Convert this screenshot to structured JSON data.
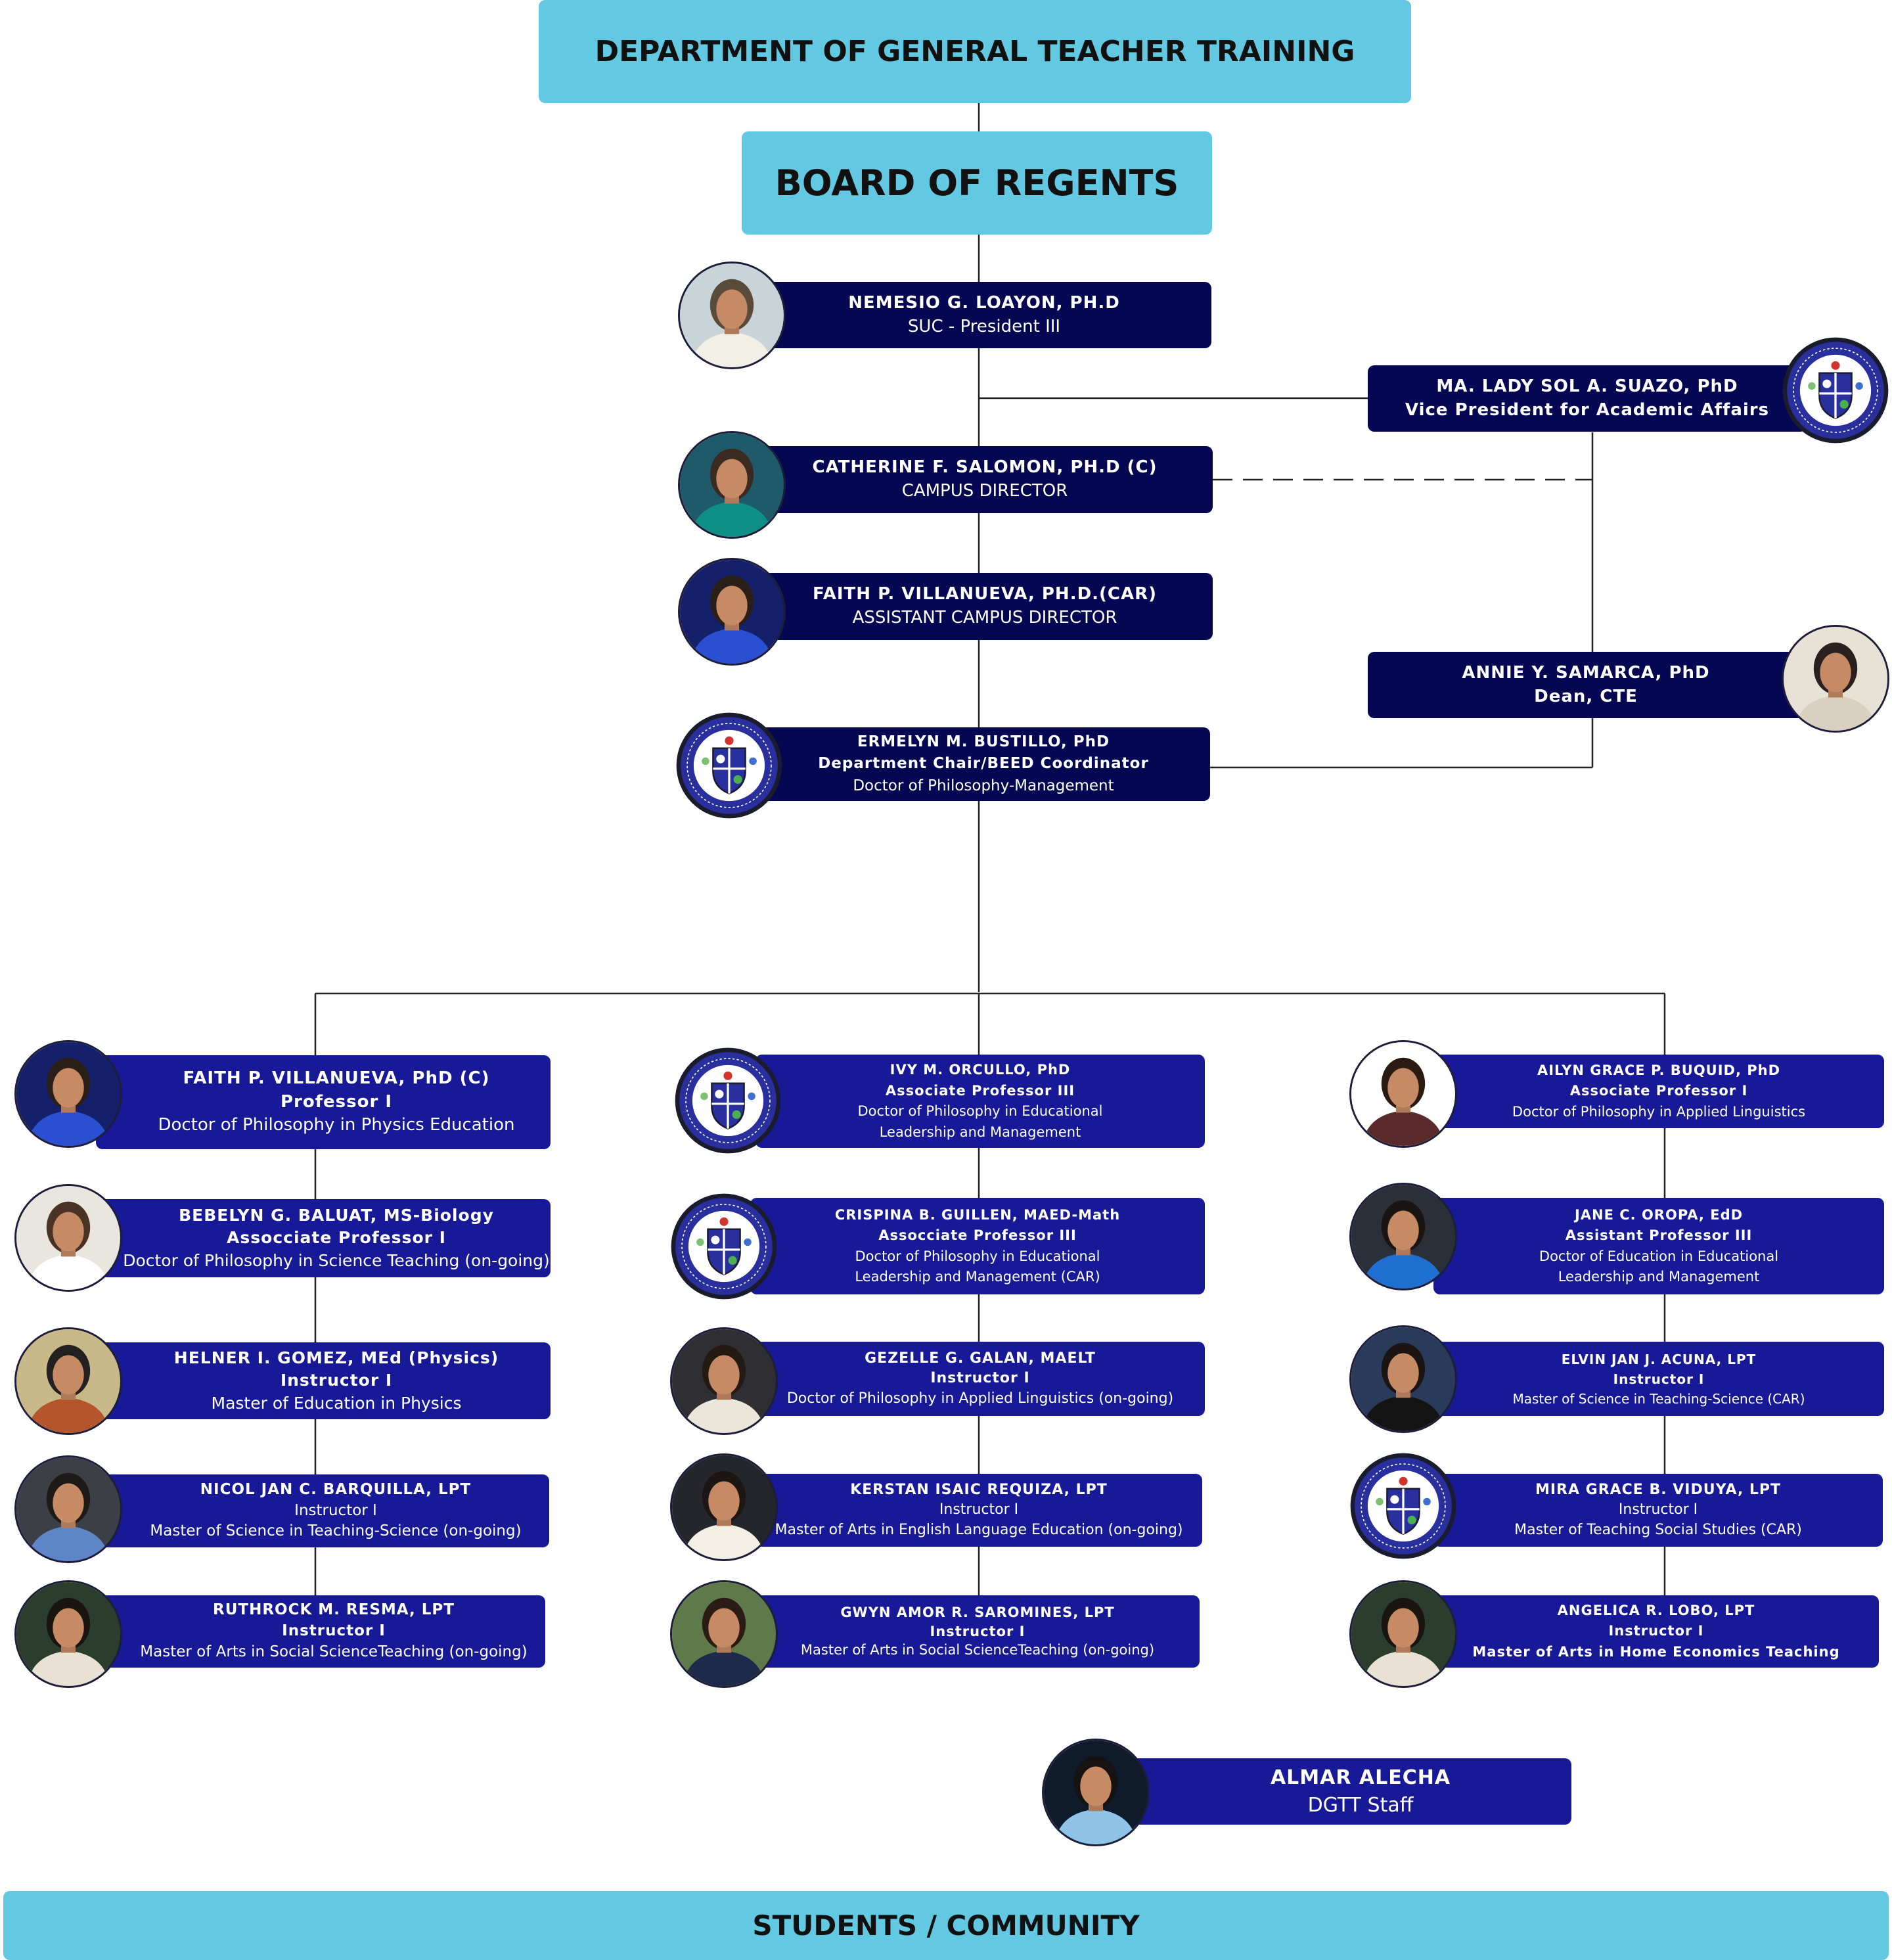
{
  "header": {
    "title": "DEPARTMENT OF GENERAL TEACHER TRAINING"
  },
  "board": {
    "title": "BOARD OF REGENTS"
  },
  "president": {
    "name": "NEMESIO G. LOAYON, PH.D",
    "role": "SUC - President III"
  },
  "vpaa": {
    "name": "MA. LADY SOL A. SUAZO, PhD",
    "role": "Vice President for Academic Affairs"
  },
  "campus_director": {
    "name": "CATHERINE F. SALOMON, PH.D (C)",
    "role": "CAMPUS DIRECTOR"
  },
  "asst_director": {
    "name": "FAITH P. VILLANUEVA, PH.D.(CAR)",
    "role": "ASSISTANT CAMPUS DIRECTOR"
  },
  "dean": {
    "name": "ANNIE Y. SAMARCA, PhD",
    "role": "Dean, CTE"
  },
  "chair": {
    "name": "ERMELYN M. BUSTILLO, PhD",
    "role": "Department Chair/BEED Coordinator",
    "degree": "Doctor of Philosophy-Management"
  },
  "faculty": {
    "left": [
      {
        "name": "FAITH P. VILLANUEVA, PhD (C)",
        "rank": "Professor I",
        "degree": "Doctor of Philosophy in Physics Education"
      },
      {
        "name": "BEBELYN G. BALUAT, MS-Biology",
        "rank": "Assocciate Professor I",
        "degree": "Doctor of Philosophy in Science Teaching (on-going)"
      },
      {
        "name": "HELNER I. GOMEZ, MEd (Physics)",
        "rank": "Instructor I",
        "degree": "Master of Education in Physics"
      },
      {
        "name": "NICOL JAN C. BARQUILLA, LPT",
        "rank": "Instructor I",
        "degree": "Master of Science in Teaching-Science (on-going)"
      },
      {
        "name": "RUTHROCK M. RESMA, LPT",
        "rank": "Instructor I",
        "degree": "Master of Arts in Social ScienceTeaching (on-going)"
      }
    ],
    "middle": [
      {
        "name": "IVY M. ORCULLO, PhD",
        "rank": "Associate Professor III",
        "degree": "Doctor of Philosophy in Educational",
        "degree2": "Leadership and Management"
      },
      {
        "name": "CRISPINA B. GUILLEN, MAED-Math",
        "rank": "Assocciate Professor III",
        "degree": "Doctor of Philosophy in Educational",
        "degree2": "Leadership and Management (CAR)"
      },
      {
        "name": "GEZELLE G. GALAN, MAELT",
        "rank": "Instructor I",
        "degree": "Doctor of Philosophy in Applied Linguistics (on-going)"
      },
      {
        "name": "KERSTAN ISAIC REQUIZA, LPT",
        "rank": "Instructor I",
        "degree": "Master of Arts in English Language Education (on-going)"
      },
      {
        "name": "GWYN AMOR R. SAROMINES, LPT",
        "rank": "Instructor I",
        "degree": "Master of Arts in Social ScienceTeaching (on-going)"
      }
    ],
    "right": [
      {
        "name": "AILYN GRACE P. BUQUID, PhD",
        "rank": "Associate Professor I",
        "degree": "Doctor of Philosophy in Applied Linguistics"
      },
      {
        "name": "JANE C. OROPA, EdD",
        "rank": "Assistant Professor III",
        "degree": "Doctor of Education in Educational",
        "degree2": "Leadership and Management"
      },
      {
        "name": "ELVIN JAN J. ACUNA, LPT",
        "rank": "Instructor I",
        "degree": "Master of Science in Teaching-Science (CAR)"
      },
      {
        "name": "MIRA GRACE B. VIDUYA, LPT",
        "rank": "Instructor I",
        "degree": "Master of Teaching Social Studies (CAR)"
      },
      {
        "name": "ANGELICA R. LOBO, LPT",
        "rank": "Instructor I",
        "degree": "Master of Arts in Home Economics Teaching"
      }
    ]
  },
  "staff": {
    "name": "ALMAR ALECHA",
    "role": "DGTT Staff"
  },
  "footer": {
    "title": "STUDENTS / COMMUNITY"
  },
  "colors": {
    "banner": "#63c8e1",
    "admin_box": "#050752",
    "faculty_box": "#171996"
  },
  "icons": {
    "seal": "university-seal-icon",
    "photo": "person-photo"
  }
}
